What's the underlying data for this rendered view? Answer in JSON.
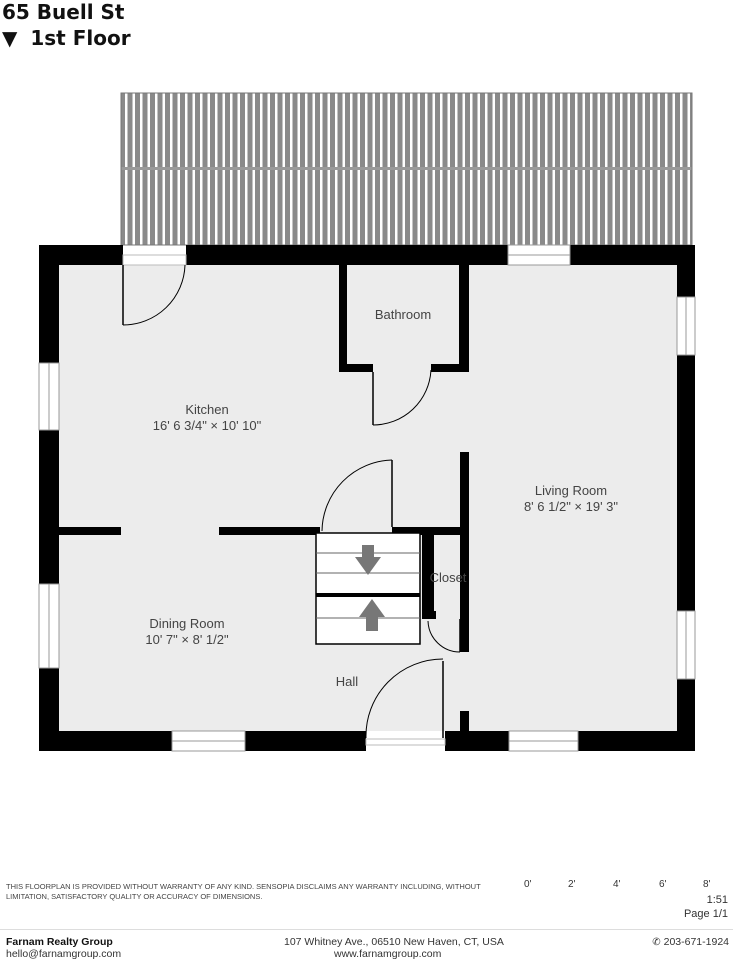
{
  "header": {
    "address": "65 Buell St",
    "floor_marker": "▼",
    "floor": "1st Floor"
  },
  "rooms": {
    "kitchen": {
      "name": "Kitchen",
      "dims": "16' 6 3/4\" × 10' 10\""
    },
    "bathroom": {
      "name": "Bathroom"
    },
    "living_room": {
      "name": "Living Room",
      "dims": "8' 6 1/2\" × 19' 3\""
    },
    "closet": {
      "name": "Closet"
    },
    "dining_room": {
      "name": "Dining Room",
      "dims": "10' 7\" × 8' 1/2\""
    },
    "hall": {
      "name": "Hall"
    }
  },
  "disclaimer": "THIS FLOORPLAN IS PROVIDED WITHOUT WARRANTY OF ANY KIND. SENSOPIA DISCLAIMS ANY WARRANTY INCLUDING, WITHOUT LIMITATION, SATISFACTORY QUALITY OR ACCURACY OF DIMENSIONS.",
  "scale": {
    "ticks": [
      "0'",
      "2'",
      "4'",
      "6'",
      "8'"
    ],
    "ratio": "1:51"
  },
  "page": "Page 1/1",
  "footer": {
    "company": "Farnam Realty Group",
    "email": "hello@farnamgroup.com",
    "address": "107 Whitney Ave., 06510 New Haven, CT, USA",
    "website": "www.farnamgroup.com",
    "phone_icon": "phone-icon",
    "phone": "203-671-1924"
  },
  "colors": {
    "wall": "#000000",
    "floor": "#ececec",
    "deck": "#8a8a8a"
  }
}
